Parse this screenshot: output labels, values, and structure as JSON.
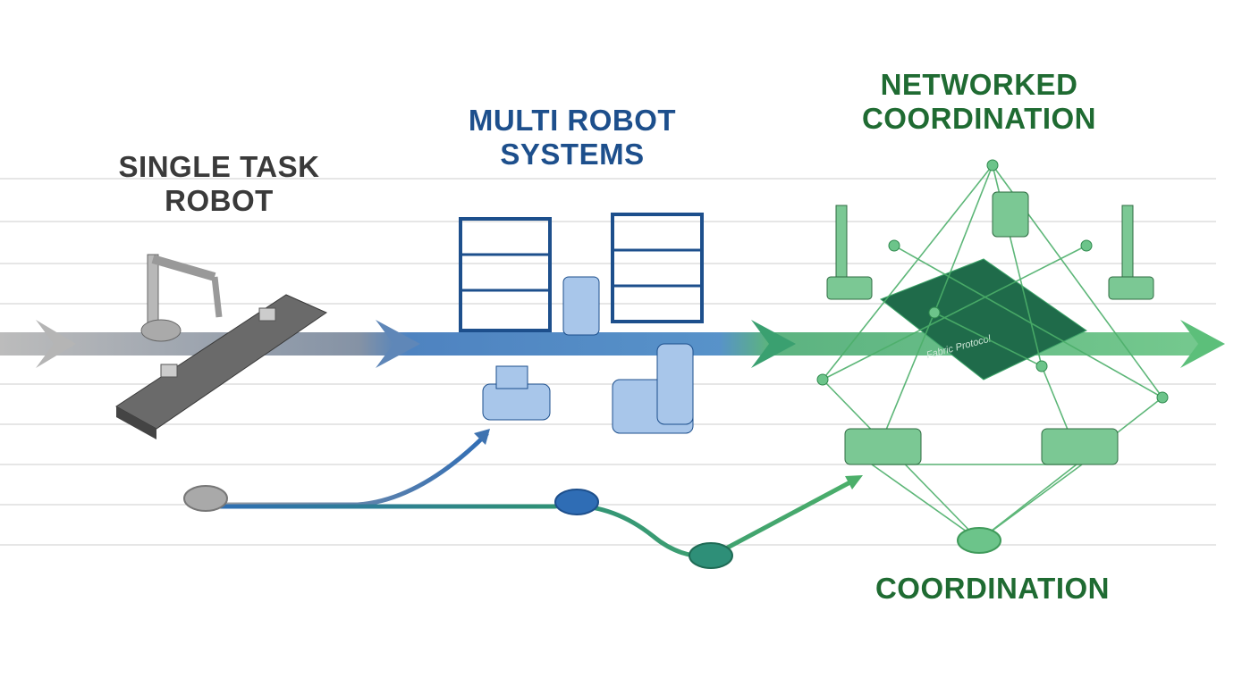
{
  "stages": [
    {
      "title_line1": "SINGLE TASK",
      "title_line2": "ROBOT",
      "color": "#3a3a3a"
    },
    {
      "title_line1": "MULTI ROBOT",
      "title_line2": "SYSTEMS",
      "color": "#1d4f8c"
    },
    {
      "title_line1": "NETWORKED",
      "title_line2": "COORDINATION",
      "color": "#1f6b32"
    }
  ],
  "bottom_label": "COORDINATION",
  "platform_label": "Fabric Protocol",
  "colors": {
    "gray": "#8a8a8a",
    "blue": "#2f6db5",
    "teal": "#2e8f78",
    "green": "#4caf6a"
  }
}
